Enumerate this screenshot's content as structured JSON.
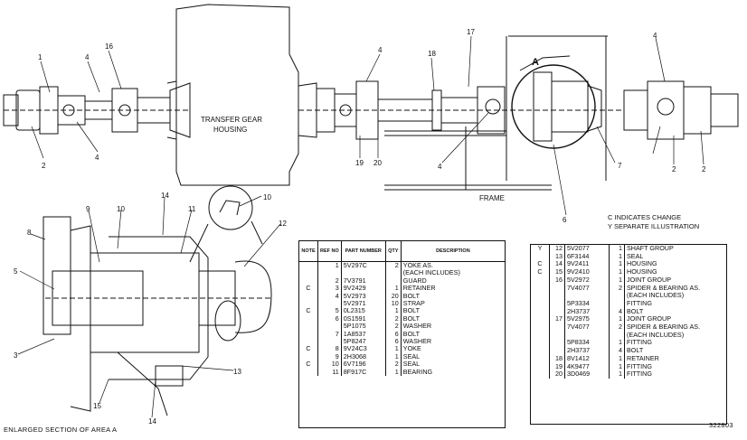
{
  "drawing": {
    "housing_label_line1": "TRANSFER GEAR",
    "housing_label_line2": "HOUSING",
    "frame_label": "FRAME",
    "area_label": "A",
    "enlarged_caption": "ENLARGED SECTION OF AREA A",
    "drawing_number": "322803",
    "callouts": {
      "c1": "1",
      "c2": "2",
      "c2b": "2",
      "c2c": "2",
      "c3": "3",
      "c4a": "4",
      "c4b": "4",
      "c4c": "4",
      "c4d": "4",
      "c4e": "4",
      "c5": "5",
      "c6": "6",
      "c7": "7",
      "c8": "8",
      "c9": "9",
      "c10": "10",
      "c10b": "10",
      "c11": "11",
      "c12": "12",
      "c13": "13",
      "c14": "14",
      "c15": "15",
      "c16": "16",
      "c17": "17",
      "c18": "18",
      "c19": "19",
      "c20": "20"
    }
  },
  "legend": {
    "line1": "C   INDICATES CHANGE",
    "line2": "Y   SEPARATE ILLUSTRATION"
  },
  "parts_table_headers": {
    "note": "NOTE",
    "ref_no": "REF NO",
    "part_number": "PART NUMBER",
    "qty": "QTY",
    "description": "DESCRIPTION"
  },
  "parts_table_left": [
    {
      "note": "",
      "ref": "1",
      "pn": "5V297C",
      "qty": "2",
      "desc": "YOKE AS."
    },
    {
      "note": "",
      "ref": "",
      "pn": "",
      "qty": "",
      "desc": "(EACH INCLUDES)"
    },
    {
      "note": "",
      "ref": "2",
      "pn": "7V3791",
      "qty": "",
      "desc": "GUARD"
    },
    {
      "note": "C",
      "ref": "3",
      "pn": "9V2429",
      "qty": "1",
      "desc": "RETAINER"
    },
    {
      "note": "",
      "ref": "4",
      "pn": "5V2973",
      "qty": "20",
      "desc": "BOLT"
    },
    {
      "note": "",
      "ref": "",
      "pn": "5V2971",
      "qty": "10",
      "desc": "STRAP"
    },
    {
      "note": "C",
      "ref": "5",
      "pn": "0L2315",
      "qty": "1",
      "desc": "BOLT"
    },
    {
      "note": "",
      "ref": "6",
      "pn": "0S1591",
      "qty": "2",
      "desc": "BOLT"
    },
    {
      "note": "",
      "ref": "",
      "pn": "5P1075",
      "qty": "2",
      "desc": "WASHER"
    },
    {
      "note": "",
      "ref": "7",
      "pn": "1A8537",
      "qty": "6",
      "desc": "BOLT"
    },
    {
      "note": "",
      "ref": "",
      "pn": "5P8247",
      "qty": "6",
      "desc": "WASHER"
    },
    {
      "note": "C",
      "ref": "8",
      "pn": "9V24C3",
      "qty": "1",
      "desc": "YOKE"
    },
    {
      "note": "",
      "ref": "9",
      "pn": "2H3068",
      "qty": "1",
      "desc": "SEAL"
    },
    {
      "note": "C",
      "ref": "10",
      "pn": "6V7196",
      "qty": "2",
      "desc": "SEAL"
    },
    {
      "note": "",
      "ref": "11",
      "pn": "8F917C",
      "qty": "1",
      "desc": "BEARING"
    }
  ],
  "parts_table_right": [
    {
      "note": "Y",
      "ref": "12",
      "pn": "5V2077",
      "qty": "1",
      "desc": "SHAFT GROUP"
    },
    {
      "note": "",
      "ref": "13",
      "pn": "6F3144",
      "qty": "1",
      "desc": "SEAL"
    },
    {
      "note": "C",
      "ref": "14",
      "pn": "9V2411",
      "qty": "1",
      "desc": "HOUSING"
    },
    {
      "note": "C",
      "ref": "15",
      "pn": "9V2410",
      "qty": "1",
      "desc": "HOUSING"
    },
    {
      "note": "",
      "ref": "16",
      "pn": "5V2972",
      "qty": "1",
      "desc": "JOINT GROUP"
    },
    {
      "note": "",
      "ref": "",
      "pn": "7V4077",
      "qty": "2",
      "desc": "SPIDER & BEARING AS."
    },
    {
      "note": "",
      "ref": "",
      "pn": "",
      "qty": "",
      "desc": "(EACH INCLUDES)"
    },
    {
      "note": "",
      "ref": "",
      "pn": "5P3334",
      "qty": "",
      "desc": "FITTING"
    },
    {
      "note": "",
      "ref": "",
      "pn": "2H3737",
      "qty": "4",
      "desc": "BOLT"
    },
    {
      "note": "",
      "ref": "17",
      "pn": "5V2975",
      "qty": "1",
      "desc": "JOINT GROUP"
    },
    {
      "note": "",
      "ref": "",
      "pn": "7V4077",
      "qty": "2",
      "desc": "SPIDER & BEARING AS."
    },
    {
      "note": "",
      "ref": "",
      "pn": "",
      "qty": "",
      "desc": "(EACH INCLUDES)"
    },
    {
      "note": "",
      "ref": "",
      "pn": "5P8334",
      "qty": "1",
      "desc": "FITTING"
    },
    {
      "note": "",
      "ref": "",
      "pn": "2H3737",
      "qty": "4",
      "desc": "BOLT"
    },
    {
      "note": "",
      "ref": "18",
      "pn": "8V1412",
      "qty": "1",
      "desc": "RETAINER"
    },
    {
      "note": "",
      "ref": "19",
      "pn": "4K9477",
      "qty": "1",
      "desc": "FITTING"
    },
    {
      "note": "",
      "ref": "20",
      "pn": "3D0469",
      "qty": "1",
      "desc": "FITTING"
    }
  ]
}
